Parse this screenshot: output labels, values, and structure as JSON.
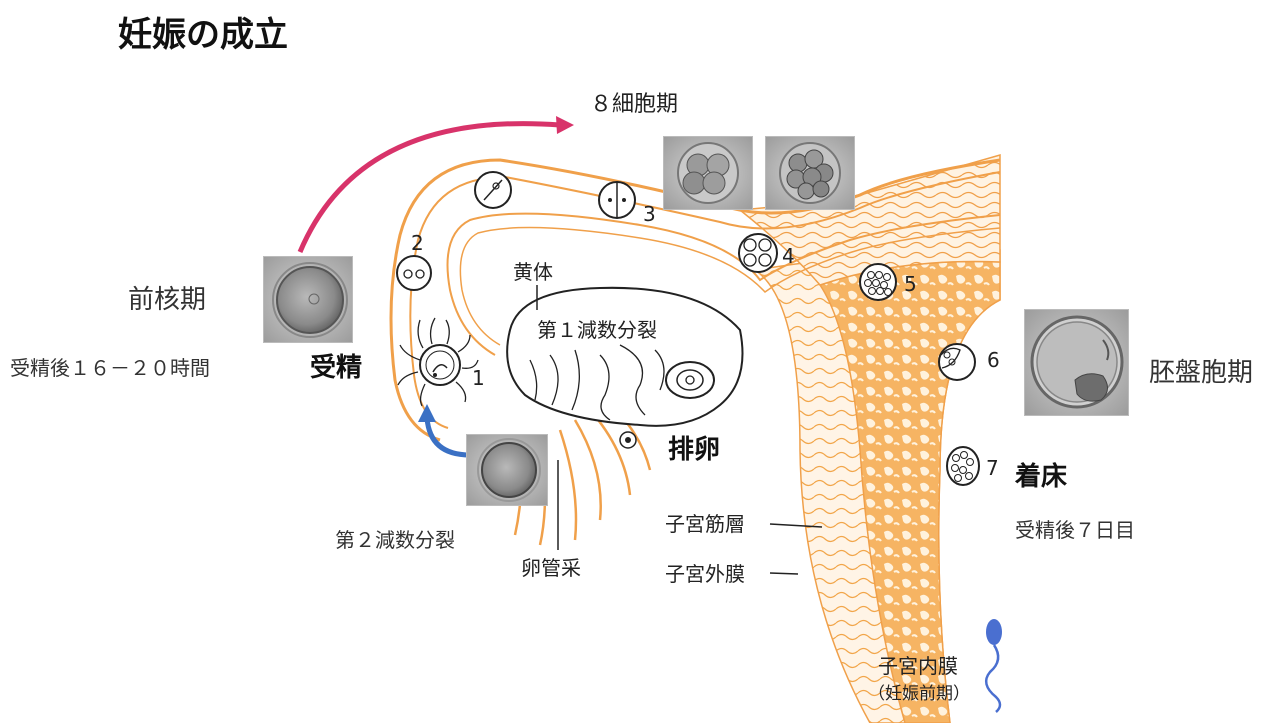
{
  "title": "妊娠の成立",
  "labels": {
    "eight_cell": "８細胞期",
    "pronuclear": "前核期",
    "pronuclear_time": "受精後１６－２０時間",
    "fertilization": "受精",
    "corpus_luteum": "黄体",
    "meiosis_1": "第１減数分裂",
    "ovulation": "排卵",
    "meiosis_2": "第２減数分裂",
    "fimbria": "卵管采",
    "myometrium": "子宮筋層",
    "perimetrium": "子宮外膜",
    "endometrium": "子宮内膜",
    "endometrium_sub": "（妊娠前期）",
    "blastocyst": "胚盤胞期",
    "implantation": "着床",
    "implantation_time": "受精後７日目"
  },
  "stage_numbers": [
    "1",
    "2",
    "3",
    "4",
    "5",
    "6",
    "7"
  ],
  "colors": {
    "tissue_orange": "#f4a94a",
    "tissue_fill": "#fde2b8",
    "arrow_pink": "#d8336a",
    "arrow_blue": "#3a70c4",
    "sperm_blue": "#4a6fd0"
  }
}
